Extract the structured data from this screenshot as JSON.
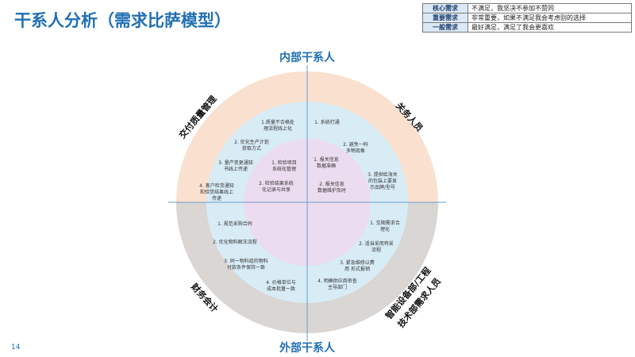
{
  "title": "干系人分析（需求比萨模型）",
  "page_number": "14",
  "legend": [
    {
      "key": "核心需求",
      "desc": "不满足，我坚决不参加不赞同"
    },
    {
      "key": "重要需求",
      "desc": "非常重要，如果不满足我会考虑别的选择"
    },
    {
      "key": "一般需求",
      "desc": "最好满足，满足了我会更喜欢"
    }
  ],
  "axes": {
    "top": "内部干系人",
    "bottom": "外部干系人"
  },
  "quadrants": {
    "top_left": "交付质量管理",
    "top_right": "关务人员",
    "bottom_left": "财务会计",
    "bottom_right": [
      "智能设备部/工程",
      "技术部需求人员"
    ]
  },
  "colors": {
    "outer_top": "#fae1cf",
    "outer_bottom": "#d9d6d3",
    "middle": "#d8ecf6",
    "inner": "#ecdcef",
    "divider": "#6a9bcf",
    "accent": "#1f6fb5"
  },
  "items": {
    "top_left": [
      [
        "1.质量不合格处",
        "理流程线上化"
      ],
      [
        "2. 优化生产计划",
        "获取方式"
      ],
      [
        "3. 量产变更通知",
        "书线上传递"
      ],
      [
        "1. 检验项目",
        "系统化管理"
      ],
      [
        "4. 客户检货通知",
        "和验货结果线上",
        "传递"
      ],
      [
        "2. 检验结果系统",
        "化记录与共享"
      ]
    ],
    "top_right": [
      [
        "1. 系统打通"
      ],
      [
        "2. 避免一码",
        "多物现象"
      ],
      [
        "1. 报关信息",
        "数据准确"
      ],
      [
        "3. 提供给海关",
        "的包装上要显",
        "示品牌/型号"
      ],
      [
        "2. 报关信息",
        "数据维护及时"
      ]
    ],
    "bottom_left": [
      [
        "1. 规范采购合同"
      ],
      [
        "2. 优化物料解冻流程"
      ],
      [
        "3. 同一物料组的物料",
        "付款条件保持一致"
      ],
      [
        "4. 价格单位与",
        "成本批量一致"
      ]
    ],
    "bottom_right": [
      [
        "1. 交期需求合",
        "理化"
      ],
      [
        "2. 适当采用特采",
        "流程"
      ],
      [
        "3.   紧急维修以费",
        "用 形式报销"
      ],
      [
        "4. 明确供应商审查",
        "主导部门"
      ]
    ]
  }
}
